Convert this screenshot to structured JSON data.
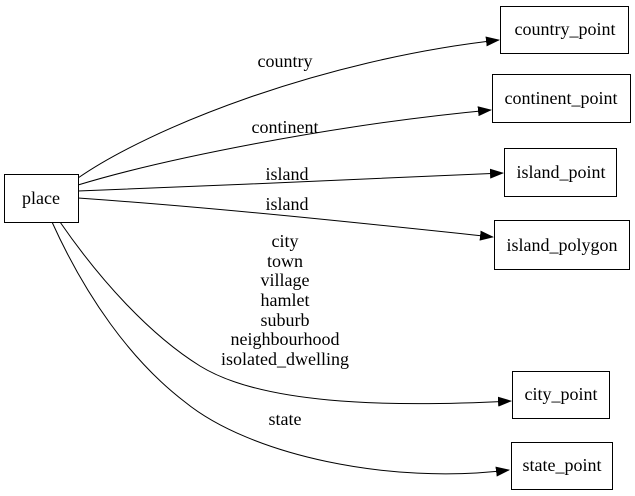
{
  "diagram": {
    "type": "directed-graph",
    "background_color": "#ffffff",
    "node_fill_color": "#ffffff",
    "node_border_color": "#000000",
    "edge_color": "#000000",
    "text_color": "#000000",
    "nodes": [
      {
        "id": "place",
        "label": "place"
      },
      {
        "id": "country_point",
        "label": "country_point"
      },
      {
        "id": "continent_point",
        "label": "continent_point"
      },
      {
        "id": "island_point",
        "label": "island_point"
      },
      {
        "id": "island_polygon",
        "label": "island_polygon"
      },
      {
        "id": "city_point",
        "label": "city_point"
      },
      {
        "id": "state_point",
        "label": "state_point"
      }
    ],
    "edges": [
      {
        "from": "place",
        "to": "country_point",
        "label": "country"
      },
      {
        "from": "place",
        "to": "continent_point",
        "label": "continent"
      },
      {
        "from": "place",
        "to": "island_point",
        "label": "island"
      },
      {
        "from": "place",
        "to": "island_polygon",
        "label": "island"
      },
      {
        "from": "place",
        "to": "city_point",
        "label_lines": [
          "city",
          "town",
          "village",
          "hamlet",
          "suburb",
          "neighbourhood",
          "isolated_dwelling"
        ]
      },
      {
        "from": "place",
        "to": "state_point",
        "label": "state"
      }
    ]
  }
}
